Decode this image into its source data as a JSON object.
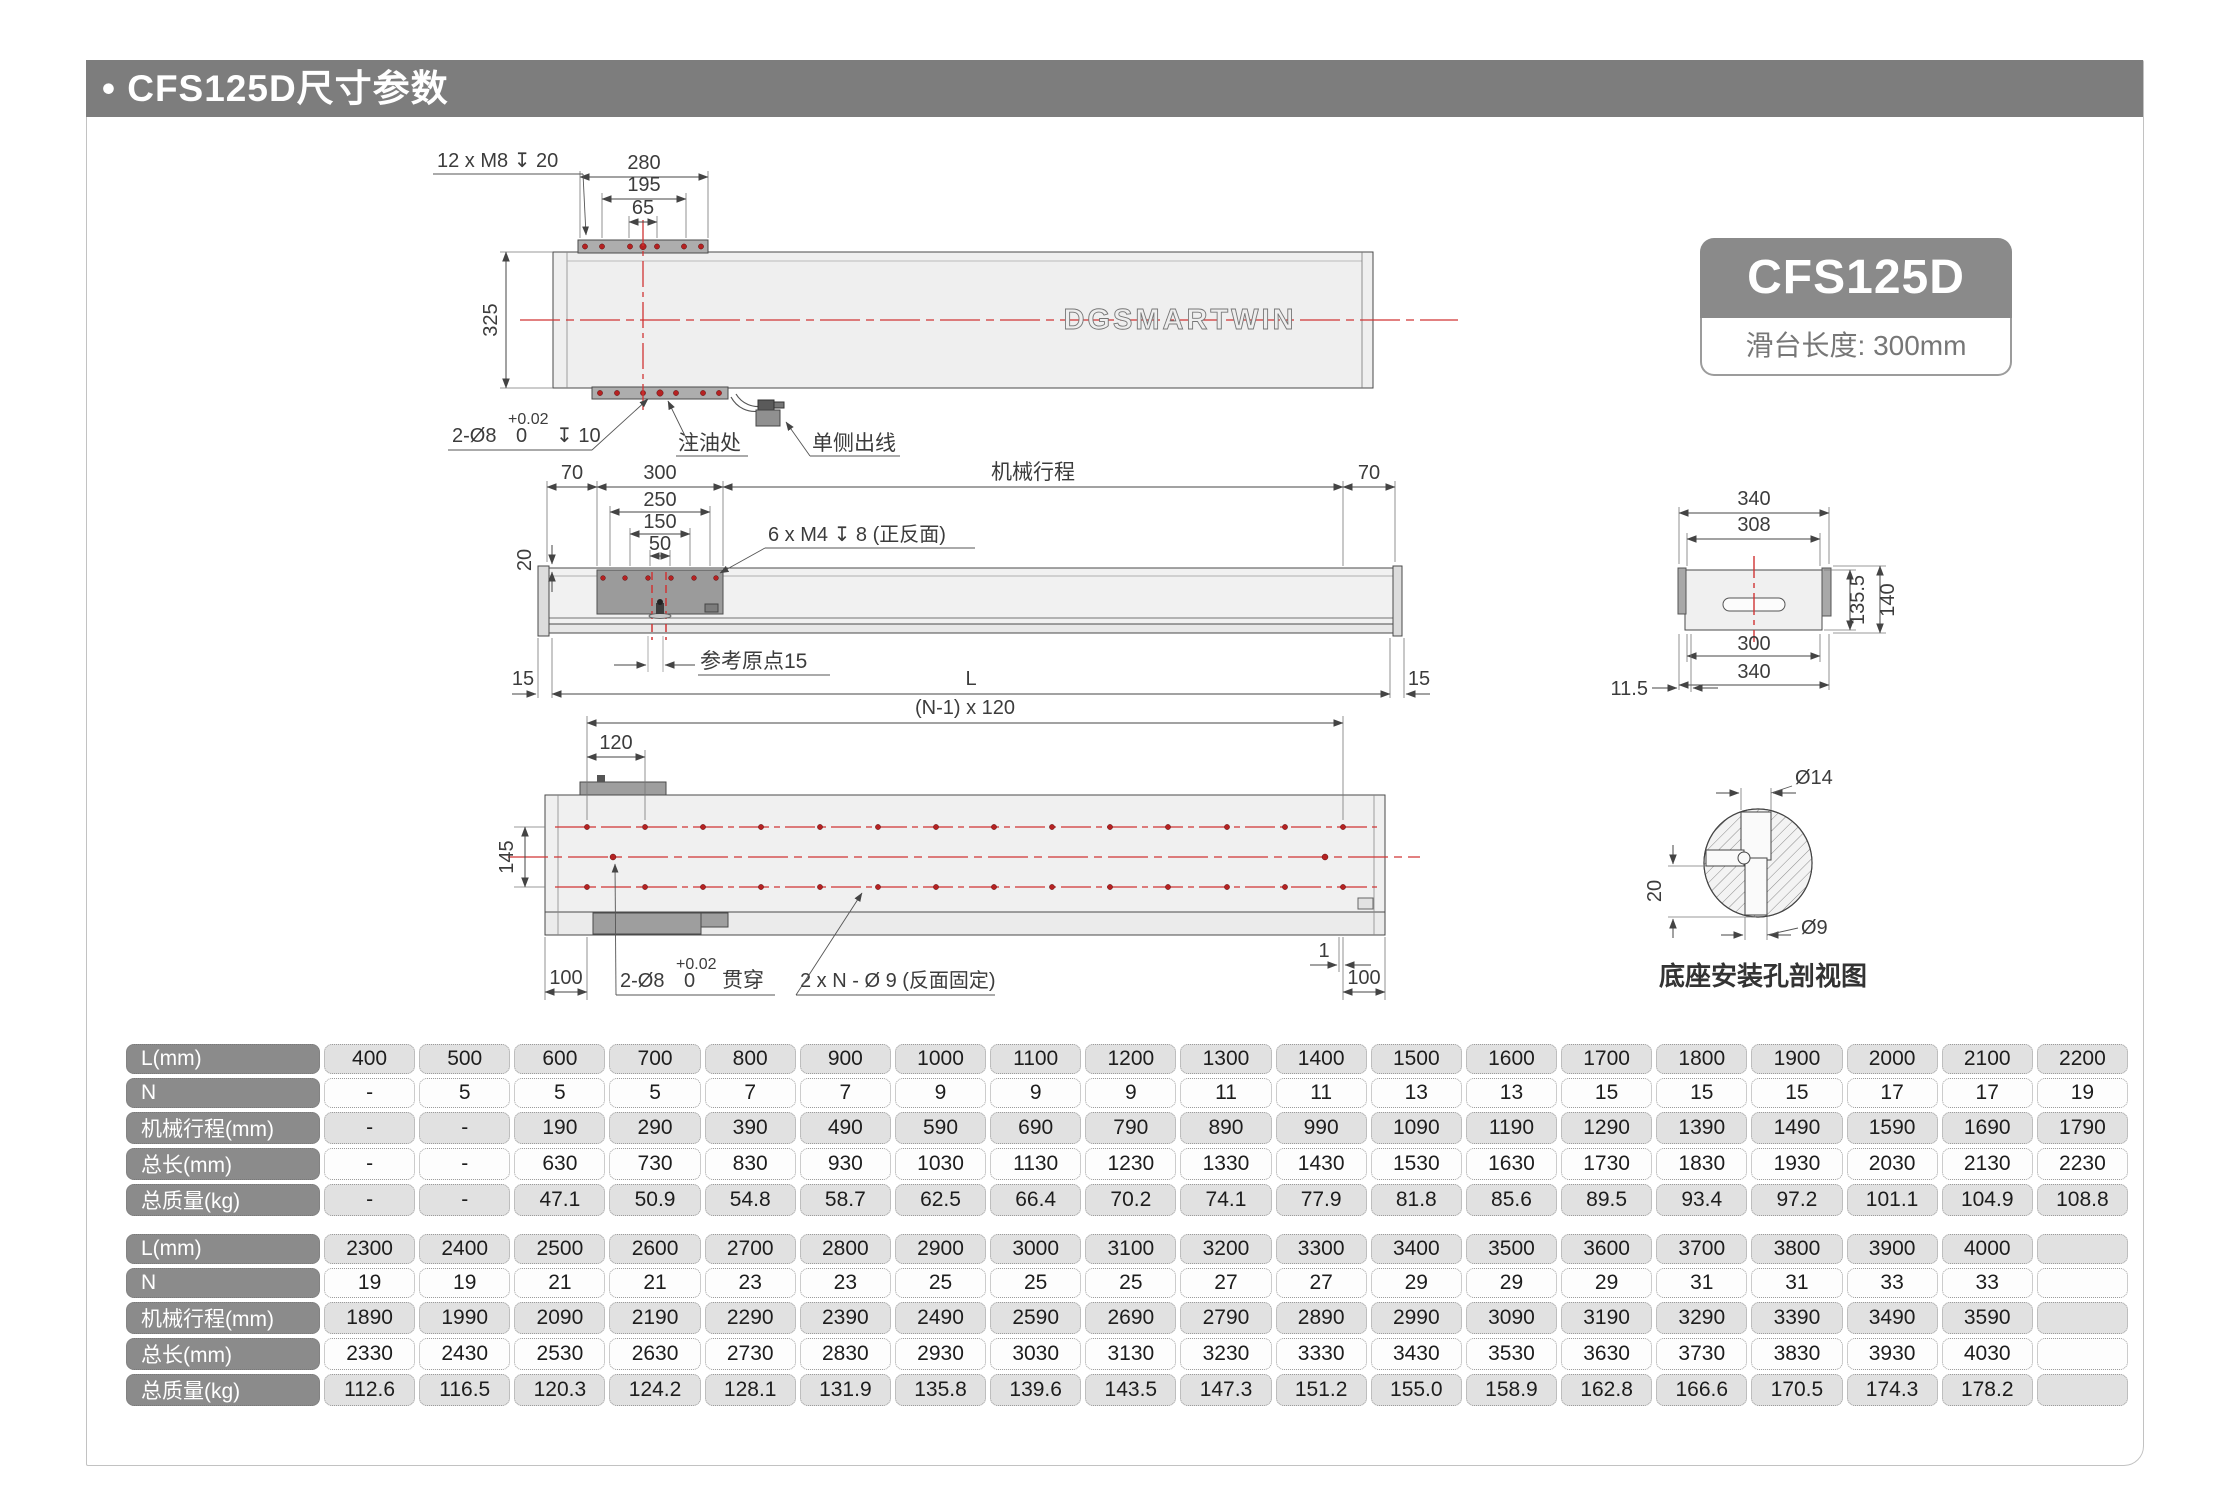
{
  "page": {
    "title": "• CFS125D尺寸参数"
  },
  "badge": {
    "model": "CFS125D",
    "subtitle": "滑台长度: 300mm"
  },
  "drawing": {
    "top": {
      "m8": "12 x M8  ↧ 20",
      "d280": "280",
      "d195": "195",
      "d65": "65",
      "d325": "325",
      "hole": "2-Ø8",
      "tu": "+0.02",
      "td": "0",
      "depth": "↧ 10",
      "oil": "注油处",
      "cable": "单侧出线",
      "logo": "DGSMARTWIN"
    },
    "mid": {
      "d70l": "70",
      "d300": "300",
      "stroke_label": "机械行程",
      "d70r": "70",
      "d250": "250",
      "d150": "150",
      "d50": "50",
      "d20": "20",
      "m4": "6 x M4  ↧ 8 (正反面)",
      "origin": "参考原点15",
      "d15l": "15",
      "dl": "L",
      "d15r": "15"
    },
    "side": {
      "t340": "340",
      "d308": "308",
      "d1355": "135.5",
      "d140": "140",
      "b300": "300",
      "b340": "340",
      "d115": "11.5"
    },
    "bottom": {
      "n120": "(N-1) x 120",
      "d120": "120",
      "d145": "145",
      "d100l": "100",
      "hole": "2-Ø8",
      "tu": "+0.02",
      "td": "0",
      "through": "贯穿",
      "n9": "2 x N - Ø 9 (反面固定)",
      "d1": "1",
      "d100r": "100"
    },
    "detail": {
      "d14": "Ø14",
      "d20": "20",
      "d9": "Ø9",
      "caption": "底座安装孔剖视图"
    }
  },
  "tables": [
    {
      "rows": [
        {
          "header": "L(mm)",
          "values": [
            "400",
            "500",
            "600",
            "700",
            "800",
            "900",
            "1000",
            "1100",
            "1200",
            "1300",
            "1400",
            "1500",
            "1600",
            "1700",
            "1800",
            "1900",
            "2000",
            "2100",
            "2200"
          ]
        },
        {
          "header": "N",
          "values": [
            "-",
            "5",
            "5",
            "5",
            "7",
            "7",
            "9",
            "9",
            "9",
            "11",
            "11",
            "13",
            "13",
            "15",
            "15",
            "15",
            "17",
            "17",
            "19"
          ]
        },
        {
          "header": "机械行程(mm)",
          "values": [
            "-",
            "-",
            "190",
            "290",
            "390",
            "490",
            "590",
            "690",
            "790",
            "890",
            "990",
            "1090",
            "1190",
            "1290",
            "1390",
            "1490",
            "1590",
            "1690",
            "1790"
          ]
        },
        {
          "header": "总长(mm)",
          "values": [
            "-",
            "-",
            "630",
            "730",
            "830",
            "930",
            "1030",
            "1130",
            "1230",
            "1330",
            "1430",
            "1530",
            "1630",
            "1730",
            "1830",
            "1930",
            "2030",
            "2130",
            "2230"
          ]
        },
        {
          "header": "总质量(kg)",
          "values": [
            "-",
            "-",
            "47.1",
            "50.9",
            "54.8",
            "58.7",
            "62.5",
            "66.4",
            "70.2",
            "74.1",
            "77.9",
            "81.8",
            "85.6",
            "89.5",
            "93.4",
            "97.2",
            "101.1",
            "104.9",
            "108.8"
          ]
        }
      ]
    },
    {
      "rows": [
        {
          "header": "L(mm)",
          "values": [
            "2300",
            "2400",
            "2500",
            "2600",
            "2700",
            "2800",
            "2900",
            "3000",
            "3100",
            "3200",
            "3300",
            "3400",
            "3500",
            "3600",
            "3700",
            "3800",
            "3900",
            "4000",
            ""
          ]
        },
        {
          "header": "N",
          "values": [
            "19",
            "19",
            "21",
            "21",
            "23",
            "23",
            "25",
            "25",
            "25",
            "27",
            "27",
            "29",
            "29",
            "29",
            "31",
            "31",
            "33",
            "33",
            ""
          ]
        },
        {
          "header": "机械行程(mm)",
          "values": [
            "1890",
            "1990",
            "2090",
            "2190",
            "2290",
            "2390",
            "2490",
            "2590",
            "2690",
            "2790",
            "2890",
            "2990",
            "3090",
            "3190",
            "3290",
            "3390",
            "3490",
            "3590",
            ""
          ]
        },
        {
          "header": "总长(mm)",
          "values": [
            "2330",
            "2430",
            "2530",
            "2630",
            "2730",
            "2830",
            "2930",
            "3030",
            "3130",
            "3230",
            "3330",
            "3430",
            "3530",
            "3630",
            "3730",
            "3830",
            "3930",
            "4030",
            ""
          ]
        },
        {
          "header": "总质量(kg)",
          "values": [
            "112.6",
            "116.5",
            "120.3",
            "124.2",
            "128.1",
            "131.9",
            "135.8",
            "139.6",
            "143.5",
            "147.3",
            "151.2",
            "155.0",
            "158.9",
            "162.8",
            "166.6",
            "170.5",
            "174.3",
            "178.2",
            ""
          ]
        }
      ]
    }
  ]
}
